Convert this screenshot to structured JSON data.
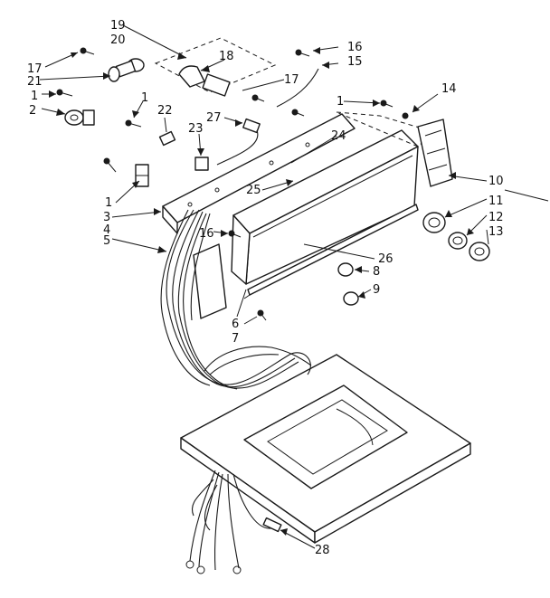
{
  "diagram": {
    "callouts": {
      "c1a": "1",
      "c1b": "1",
      "c1c": "1",
      "c1d": "1",
      "c2": "2",
      "c3": "3",
      "c4": "4",
      "c5": "5",
      "c6": "6",
      "c7": "7",
      "c8": "8",
      "c9": "9",
      "c10": "10",
      "c11": "11",
      "c12": "12",
      "c13": "13",
      "c14": "14",
      "c15": "15",
      "c16a": "16",
      "c16b": "16",
      "c17a": "17",
      "c17b": "17",
      "c18": "18",
      "c19": "19",
      "c20": "20",
      "c21": "21",
      "c22": "22",
      "c23": "23",
      "c24": "24",
      "c25": "25",
      "c26": "26",
      "c27": "27",
      "c28": "28"
    }
  }
}
